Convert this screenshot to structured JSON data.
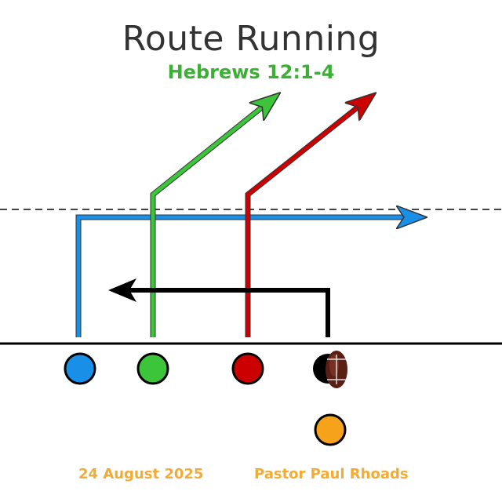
{
  "title": "Route Running",
  "subtitle": "Hebrews 12:1-4",
  "footer": {
    "date": "24 August 2025",
    "speaker": "Pastor Paul Rhoads"
  },
  "colors": {
    "blue": "#1a8fe8",
    "green": "#3cc43a",
    "red": "#cc0000",
    "black": "#000000",
    "orange": "#f7a21b",
    "title": "#333333",
    "subtitle": "#3cb034",
    "footer": "#f2ab35"
  }
}
